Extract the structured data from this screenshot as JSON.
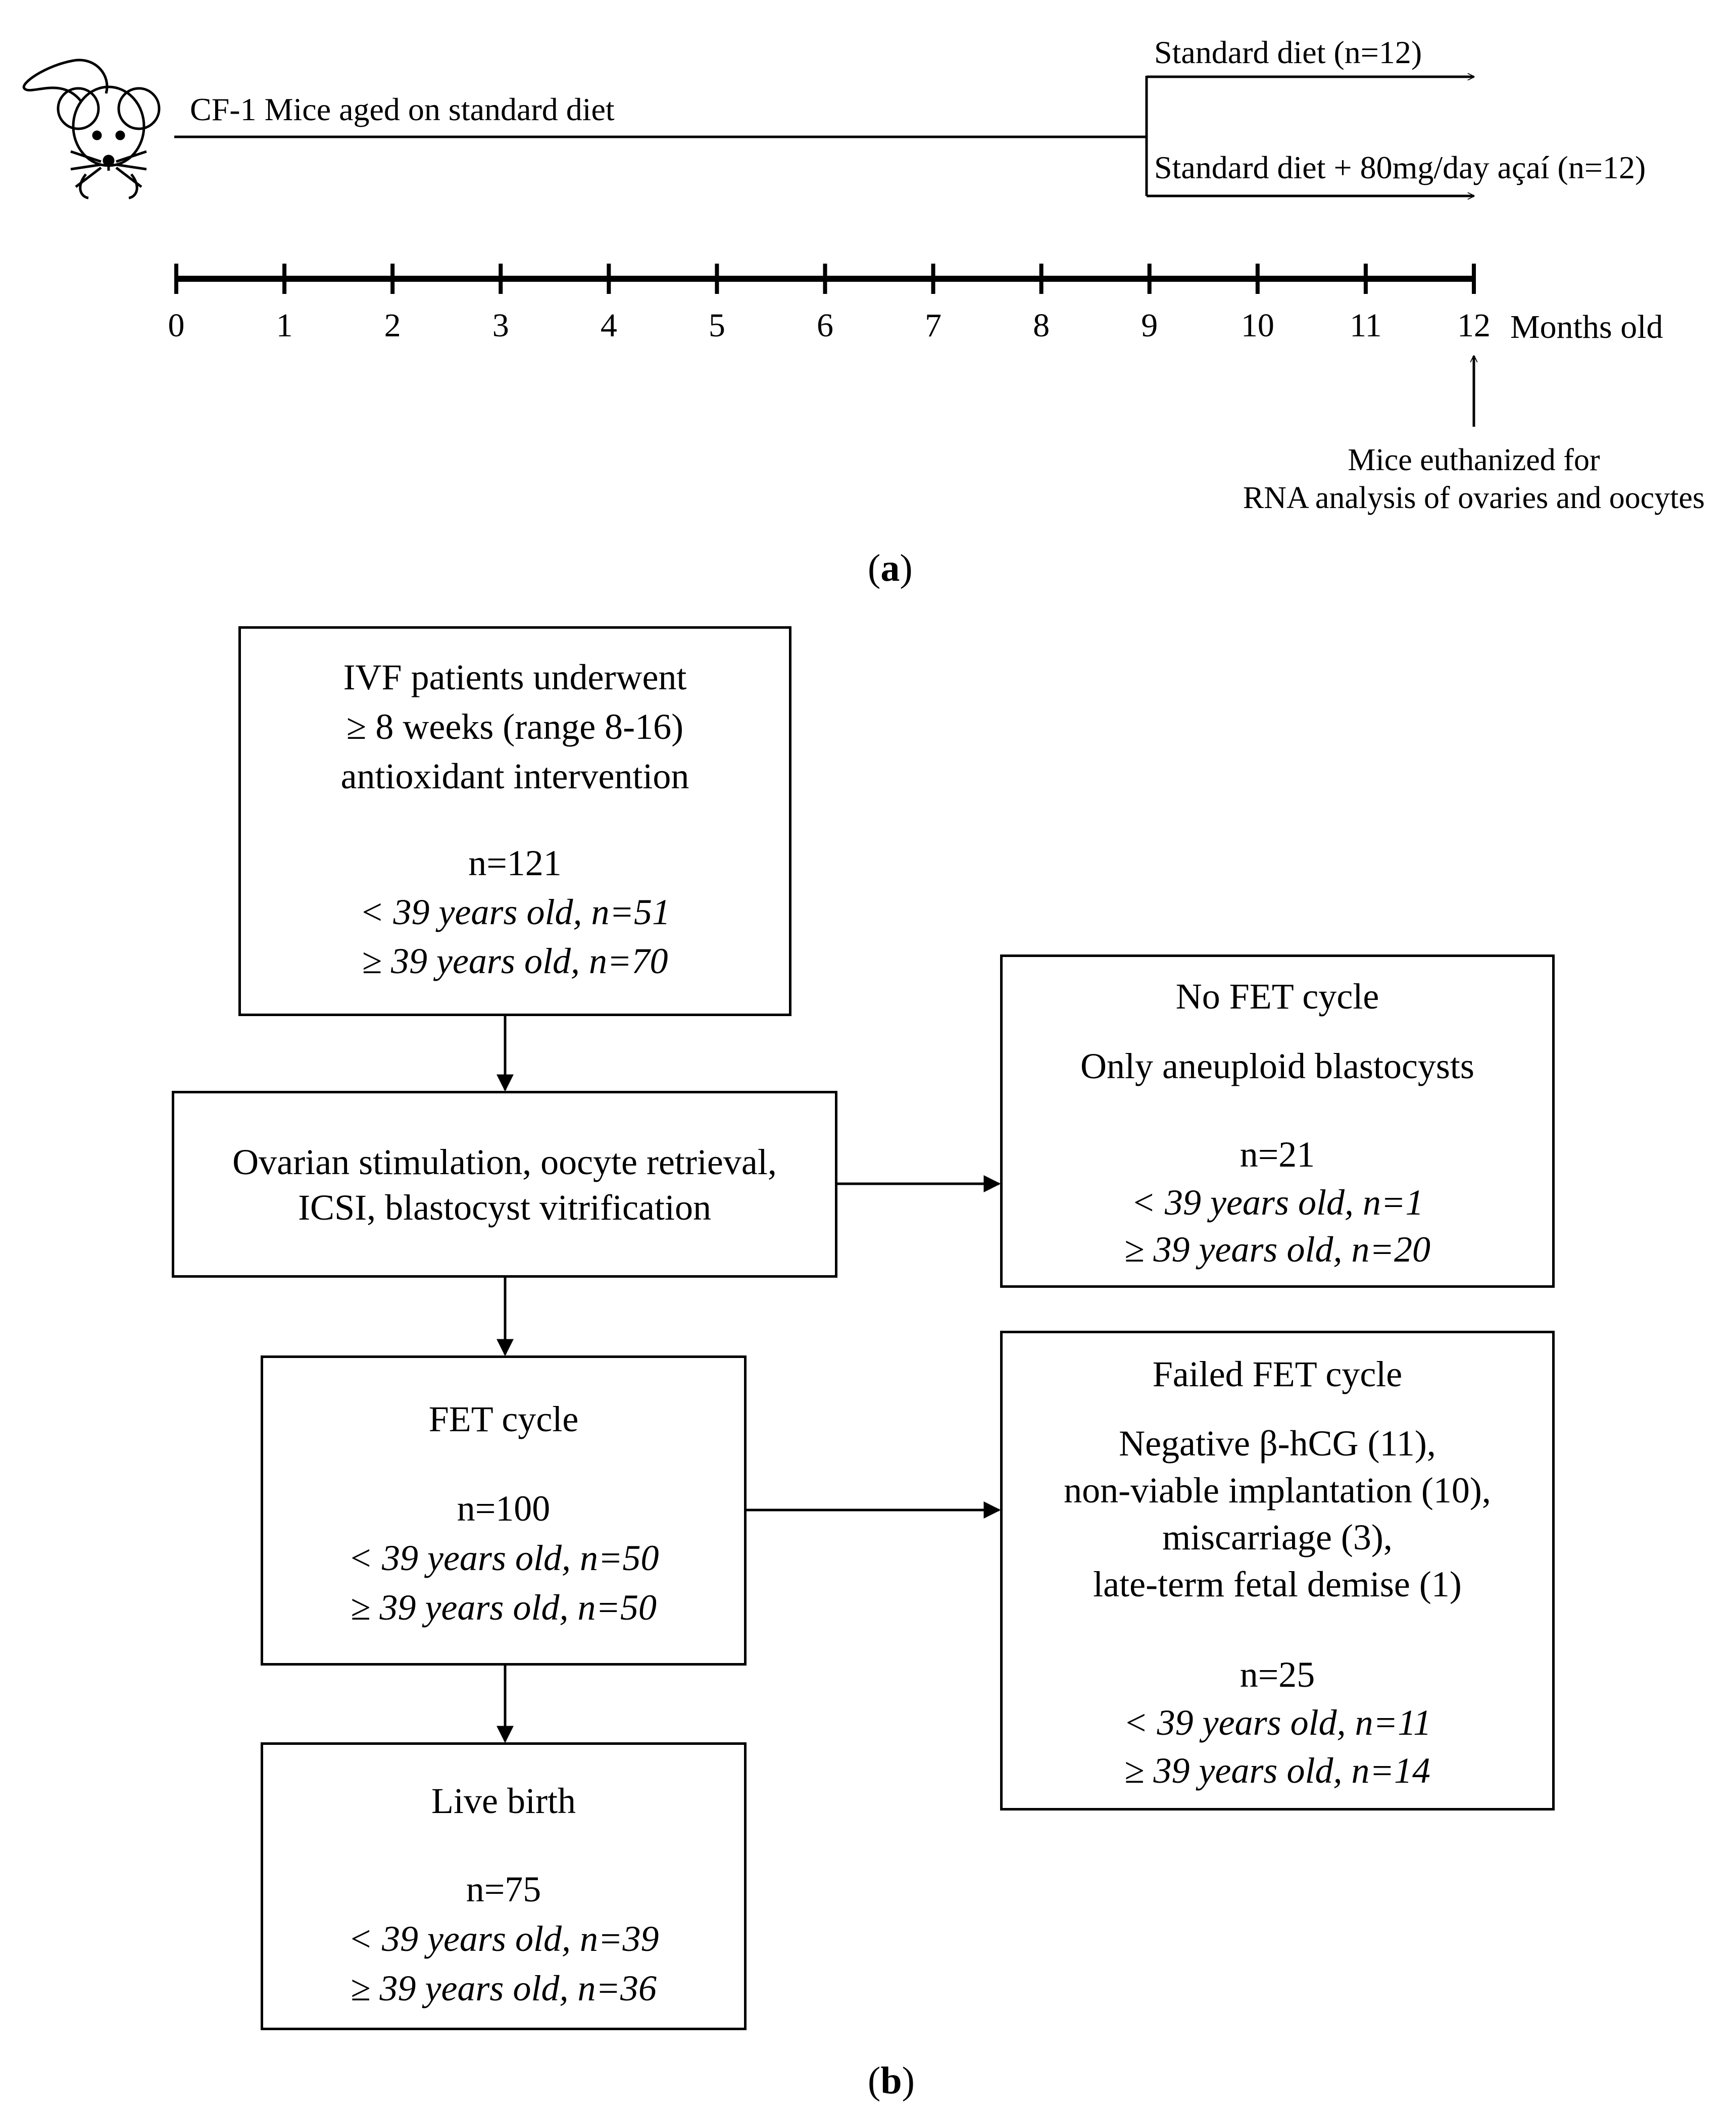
{
  "panel_a": {
    "label": "(a)",
    "cohort_label": "CF-1 Mice aged on standard diet",
    "branch_top": "Standard diet (n=12)",
    "branch_bottom": "Standard diet + 80mg/day açaí (n=12)",
    "axis_ticks": [
      "0",
      "1",
      "2",
      "3",
      "4",
      "5",
      "6",
      "7",
      "8",
      "9",
      "10",
      "11",
      "12"
    ],
    "axis_unit": "Months old",
    "endpoint_line1": "Mice euthanized for",
    "endpoint_line2": "RNA analysis of ovaries and oocytes"
  },
  "panel_b": {
    "label": "(b)",
    "box_ivf": {
      "line1": "IVF patients underwent",
      "line2": "≥ 8 weeks (range 8-16)",
      "line3": "antioxidant intervention",
      "n": "n=121",
      "young": "< 39 years old, n=51",
      "old": "≥ 39 years old, n=70"
    },
    "box_stim": {
      "line1": "Ovarian stimulation, oocyte retrieval,",
      "line2": "ICSI, blastocyst vitrification"
    },
    "box_fet": {
      "title": "FET cycle",
      "n": "n=100",
      "young": "< 39 years old, n=50",
      "old": "≥ 39 years old, n=50"
    },
    "box_live": {
      "title": "Live birth",
      "n": "n=75",
      "young": "< 39 years old, n=39",
      "old": "≥ 39 years old, n=36"
    },
    "box_nofet": {
      "title": "No FET cycle",
      "subtitle": "Only aneuploid blastocysts",
      "n": "n=21",
      "young": "< 39 years old, n=1",
      "old": "≥ 39 years old, n=20"
    },
    "box_failed": {
      "title": "Failed FET cycle",
      "line1": "Negative β-hCG (11),",
      "line2": "non-viable implantation (10),",
      "line3": "miscarriage (3),",
      "line4": "late-term fetal demise (1)",
      "n": "n=25",
      "young": "< 39 years old, n=11",
      "old": "≥ 39 years old, n=14"
    }
  }
}
